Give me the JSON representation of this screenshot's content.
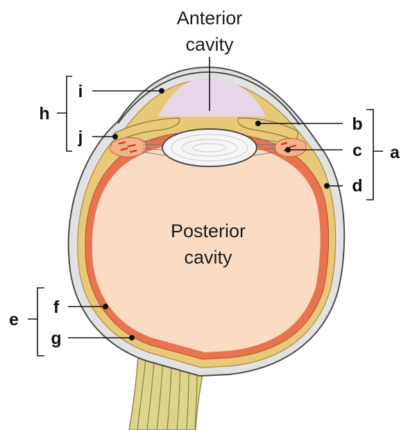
{
  "regions": {
    "anterior_line1": "Anterior",
    "anterior_line2": "cavity",
    "posterior_line1": "Posterior",
    "posterior_line2": "cavity"
  },
  "labels": {
    "a": "a",
    "b": "b",
    "c": "c",
    "d": "d",
    "e": "e",
    "f": "f",
    "g": "g",
    "h": "h",
    "i": "i",
    "j": "j"
  },
  "colors": {
    "sclera": "#e2e2e2",
    "choroid": "#e8c97a",
    "retina": "#e8734f",
    "vitreous": "#fbdcc3",
    "aqueous": "#e6d6e8",
    "lens": "#f5f5f5",
    "optic_nerve": "#dfd38a"
  }
}
